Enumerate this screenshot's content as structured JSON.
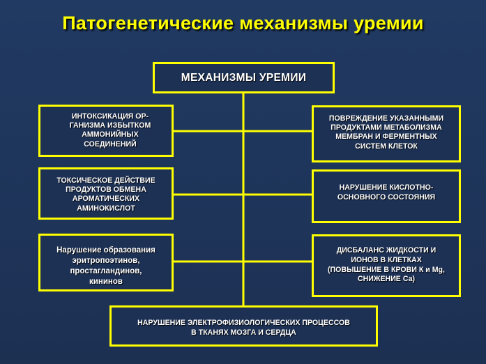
{
  "title": "Патогенетические механизмы уремии",
  "root": "МЕХАНИЗМЫ УРЕМИИ",
  "left": [
    [
      "ИНТОКСИКАЦИЯ ОР-",
      "ГАНИЗМА ИЗБЫТКОМ",
      "АММОНИЙНЫХ",
      "СОЕДИНЕНИЙ"
    ],
    [
      "ТОКСИЧЕСКОЕ ДЕЙСТВИЕ",
      "ПРОДУКТОВ ОБМЕНА",
      "АРОМАТИЧЕСКИХ",
      "АМИНОКИСЛОТ"
    ],
    [
      "Нарушение образования",
      "эритропоэтинов,",
      "простагландинов,",
      "кининов"
    ]
  ],
  "right": [
    [
      "ПОВРЕЖДЕНИЕ УКАЗАННЫМИ",
      "ПРОДУКТАМИ МЕТАБОЛИЗМА",
      "МЕМБРАН И ФЕРМЕНТНЫХ",
      "СИСТЕМ КЛЕТОК"
    ],
    [
      "НАРУШЕНИЕ КИСЛОТНО-",
      "ОСНОВНОГО СОСТОЯНИЯ"
    ],
    [
      "ДИСБАЛАНС ЖИДКОСТИ И",
      "ИОНОВ В КЛЕТКАХ",
      "(ПОВЫШЕНИЕ В КРОВИ К и Mg,",
      "СНИЖЕНИЕ Са)"
    ]
  ],
  "bottom": [
    "НАРУШЕНИЕ ЭЛЕКТРОФИЗИОЛОГИЧЕСКИХ ПРОЦЕССОВ",
    "В ТКАНЯХ МОЗГА И СЕРДЦА"
  ],
  "colors": {
    "background": "#1e3256",
    "accent": "#ffff00",
    "text": "#ffffff"
  }
}
